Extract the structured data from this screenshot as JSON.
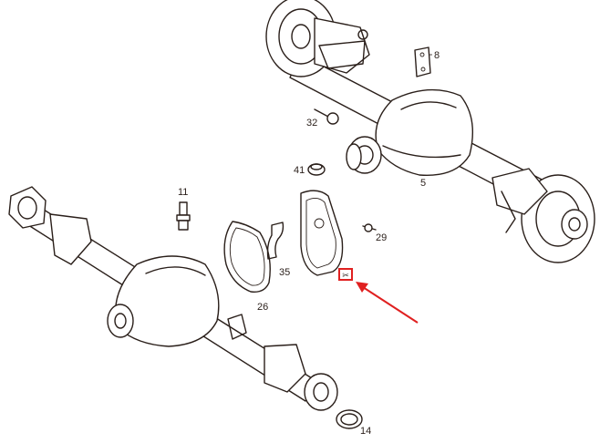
{
  "diagram": {
    "labels": {
      "p8": "8",
      "p32": "32",
      "p41": "41",
      "p5": "5",
      "p11": "11",
      "p29": "29",
      "p35": "35",
      "p26": "26",
      "p14": "14"
    },
    "marker_symbol": "✂",
    "colors": {
      "line": "#2a1f1a",
      "highlight": "#e02020",
      "background": "#ffffff"
    }
  }
}
